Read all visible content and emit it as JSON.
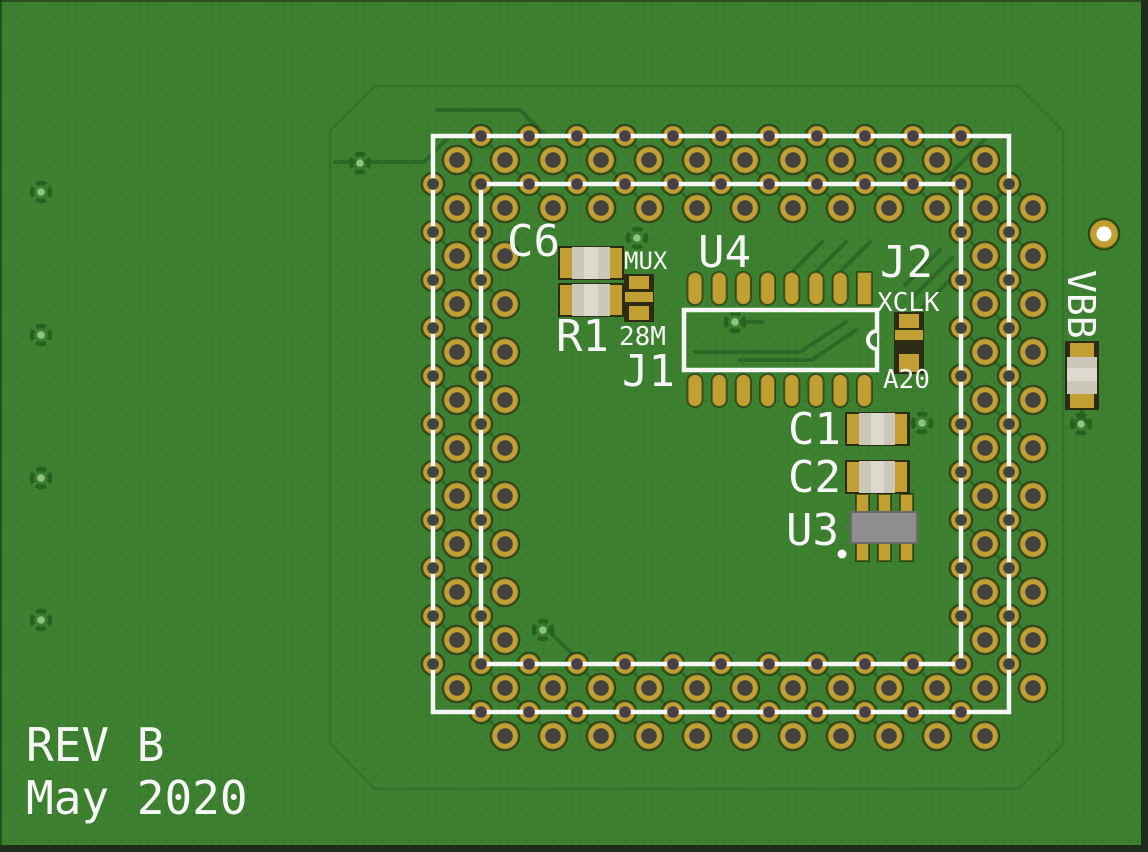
{
  "board": {
    "revision": "REV B",
    "date": "May 2020",
    "silkscreen_labels": {
      "c6": "C6",
      "mux": "MUX",
      "r1": "R1",
      "freq": "28M",
      "j1": "J1",
      "u4": "U4",
      "j2": "J2",
      "xclk": "XCLK",
      "a20": "A20",
      "c1": "C1",
      "c2": "C2",
      "u3": "U3",
      "vbb": "VBB"
    },
    "colors": {
      "soldermask_green": "#3c8030",
      "silkscreen_white": "#f6f6f6",
      "pad_gold": "#c19f33",
      "drill_hole_gray": "#424242",
      "trace_green": "#2e6826",
      "via_ring_green": "#27601f",
      "via_center_green": "#8fc47f",
      "component_body_beige": "#ccc8b9",
      "component_band_light": "#ddd9cf",
      "ic_body_gray": "#8e8e8e",
      "hole_center_white": "#ffffff"
    }
  }
}
